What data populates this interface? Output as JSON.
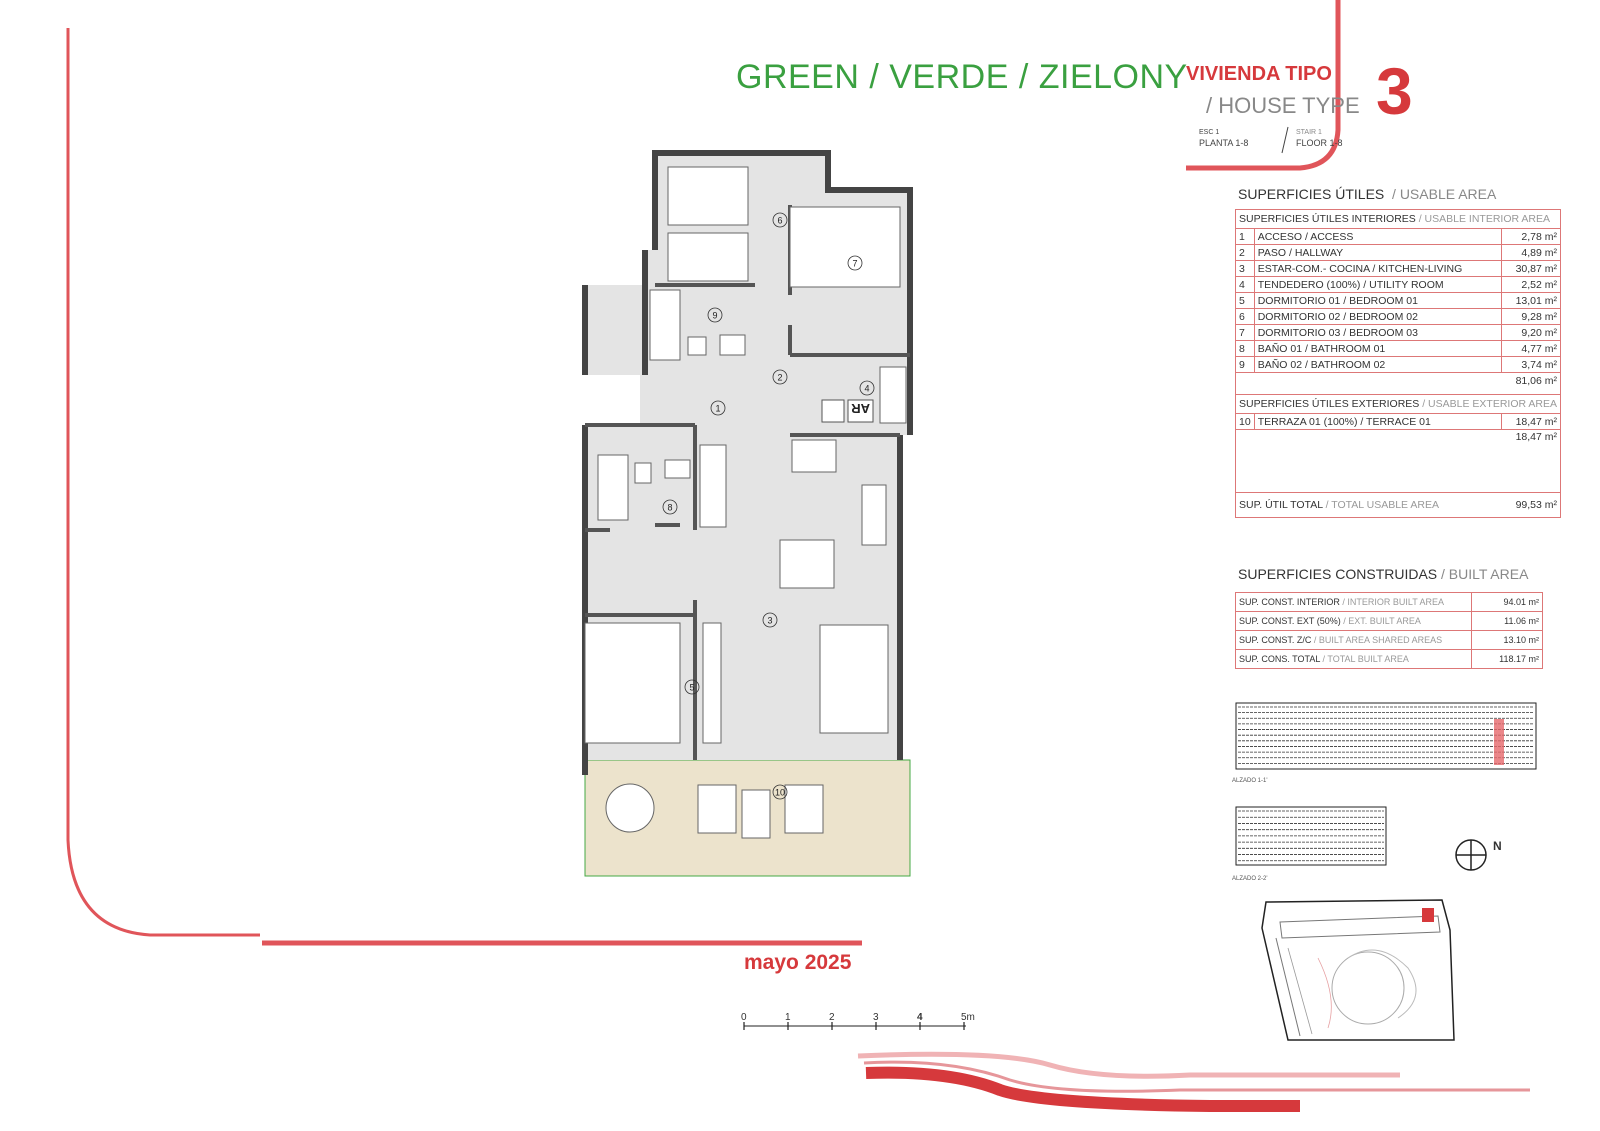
{
  "header": {
    "green_title": "GREEN / VERDE / ZIELONY",
    "vivienda_tipo": "VIVIENDA TIPO",
    "house_type": "/ HOUSE TYPE",
    "type_number": "3",
    "esc": "ESC 1",
    "planta": "PLANTA 1-8",
    "stair": "STAIR 1",
    "floor": "FLOOR 1-8"
  },
  "usable_area": {
    "title": "SUPERFICIES ÚTILES",
    "title_en": "/ USABLE AREA",
    "interior_header": "SUPERFICIES ÚTILES INTERIORES",
    "interior_header_en": "/ USABLE INTERIOR AREA",
    "interior_rows": [
      {
        "n": "1",
        "name": "ACCESO / ACCESS",
        "value": "2,78 m²"
      },
      {
        "n": "2",
        "name": "PASO / HALLWAY",
        "value": "4,89 m²"
      },
      {
        "n": "3",
        "name": "ESTAR-COM.- COCINA / KITCHEN-LIVING",
        "value": "30,87 m²"
      },
      {
        "n": "4",
        "name": "TENDEDERO (100%) / UTILITY ROOM",
        "value": "2,52 m²"
      },
      {
        "n": "5",
        "name": "DORMITORIO 01 / BEDROOM 01",
        "value": "13,01 m²"
      },
      {
        "n": "6",
        "name": "DORMITORIO 02 / BEDROOM 02",
        "value": "9,28 m²"
      },
      {
        "n": "7",
        "name": "DORMITORIO 03 / BEDROOM 03",
        "value": "9,20 m²"
      },
      {
        "n": "8",
        "name": "BAÑO 01 / BATHROOM 01",
        "value": "4,77 m²"
      },
      {
        "n": "9",
        "name": "BAÑO 02 / BATHROOM 02",
        "value": "3,74 m²"
      }
    ],
    "interior_total": "81,06 m²",
    "exterior_header": "SUPERFICIES ÚTILES EXTERIORES",
    "exterior_header_en": "/ USABLE EXTERIOR AREA",
    "exterior_rows": [
      {
        "n": "10",
        "name": "TERRAZA 01 (100%) / TERRACE 01",
        "value": "18,47 m²"
      }
    ],
    "exterior_total": "18,47 m²",
    "total_label": "SUP. ÚTIL TOTAL",
    "total_label_en": "/ TOTAL USABLE AREA",
    "total_value": "99,53 m²"
  },
  "built_area": {
    "title": "SUPERFICIES CONSTRUIDAS",
    "title_en": "/ BUILT AREA",
    "rows": [
      {
        "label": "SUP. CONST. INTERIOR",
        "label_en": "/ INTERIOR BUILT AREA",
        "value": "94.01 m²"
      },
      {
        "label": "SUP. CONST. EXT (50%)",
        "label_en": "/ EXT. BUILT AREA",
        "value": "11.06 m²"
      },
      {
        "label": "SUP. CONST. Z/C",
        "label_en": "/ BUILT AREA SHARED AREAS",
        "value": "13.10 m²"
      },
      {
        "label": "SUP. CONS. TOTAL",
        "label_en": "/ TOTAL BUILT AREA",
        "value": "118.17 m²"
      }
    ]
  },
  "elevations": {
    "alzado_1": "ALZADO 1-1'",
    "alzado_2": "ALZADO 2-2'"
  },
  "north_label": "N",
  "date": "mayo 2025",
  "scale": {
    "ticks": [
      "0",
      "1",
      "2",
      "3",
      "4",
      "5m"
    ]
  },
  "plan": {
    "rooms": [
      "1",
      "2",
      "3",
      "4",
      "5",
      "6",
      "7",
      "8",
      "9",
      "10"
    ],
    "ar_label": "AR"
  },
  "colors": {
    "accent_red": "#d6393c",
    "green": "#3aa040",
    "floor_gray": "#e4e4e4",
    "terrace": "#ece3cc"
  }
}
